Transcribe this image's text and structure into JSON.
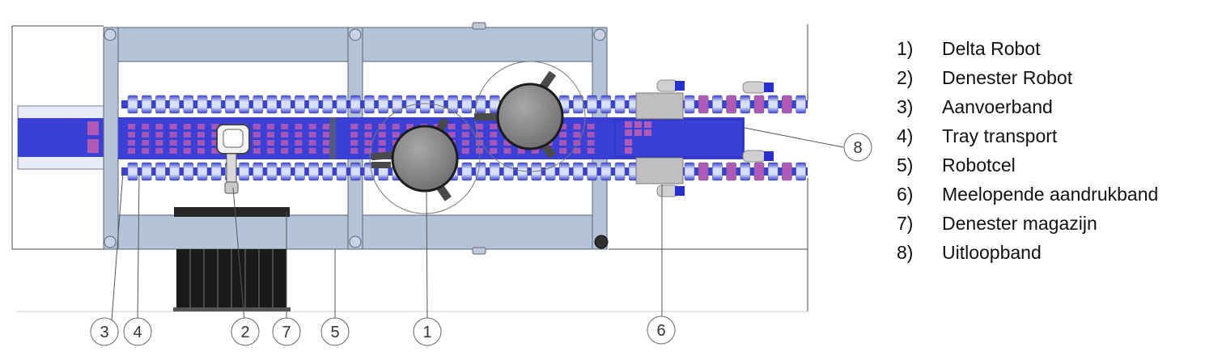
{
  "legend": [
    {
      "number": "1)",
      "label": "Delta Robot"
    },
    {
      "number": "2)",
      "label": "Denester Robot"
    },
    {
      "number": "3)",
      "label": "Aanvoerband"
    },
    {
      "number": "4)",
      "label": "Tray transport"
    },
    {
      "number": "5)",
      "label": "Robotcel"
    },
    {
      "number": "6)",
      "label": "Meelopende aandrukband"
    },
    {
      "number": "7)",
      "label": "Denester magazijn"
    },
    {
      "number": "8)",
      "label": "Uitloopband"
    }
  ],
  "callouts": [
    "3",
    "4",
    "2",
    "7",
    "5",
    "1",
    "6",
    "8"
  ],
  "colors": {
    "frame": "#b4c3d8",
    "frame_edge": "#5a6676",
    "conveyor_blue": "#3a3fd6",
    "tray_magenta": "#b05ab6",
    "robot_grey": "#808080",
    "belt_light": "#c9d4f0",
    "magazine_black": "#1a1a1a"
  }
}
